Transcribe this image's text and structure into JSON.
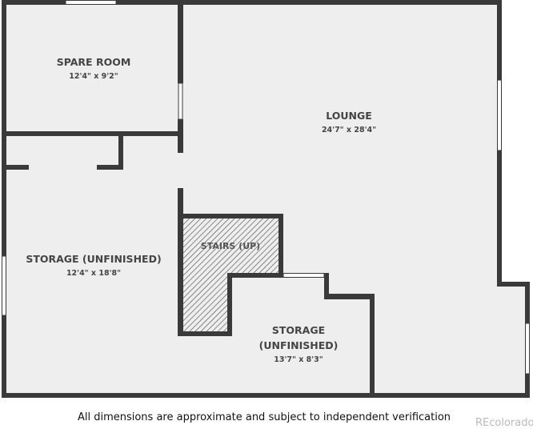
{
  "rooms": {
    "spare_room": {
      "name": "SPARE ROOM",
      "dims": "12'4\" x 9'2\""
    },
    "lounge": {
      "name": "LOUNGE",
      "dims": "24'7\" x 28'4\""
    },
    "storage_left": {
      "name": "STORAGE (UNFINISHED)",
      "dims": "12'4\" x 18'8\""
    },
    "stairs": {
      "name": "STAIRS (UP)"
    },
    "storage_right": {
      "name_line1": "STORAGE",
      "name_line2": "(UNFINISHED)",
      "dims": "13'7\" x 8'3\""
    }
  },
  "footer": "All dimensions are approximate and subject to independent verification",
  "watermark": "REcolorado",
  "colors": {
    "wall": "#3a3a3a",
    "floor": "#eeeeee"
  }
}
